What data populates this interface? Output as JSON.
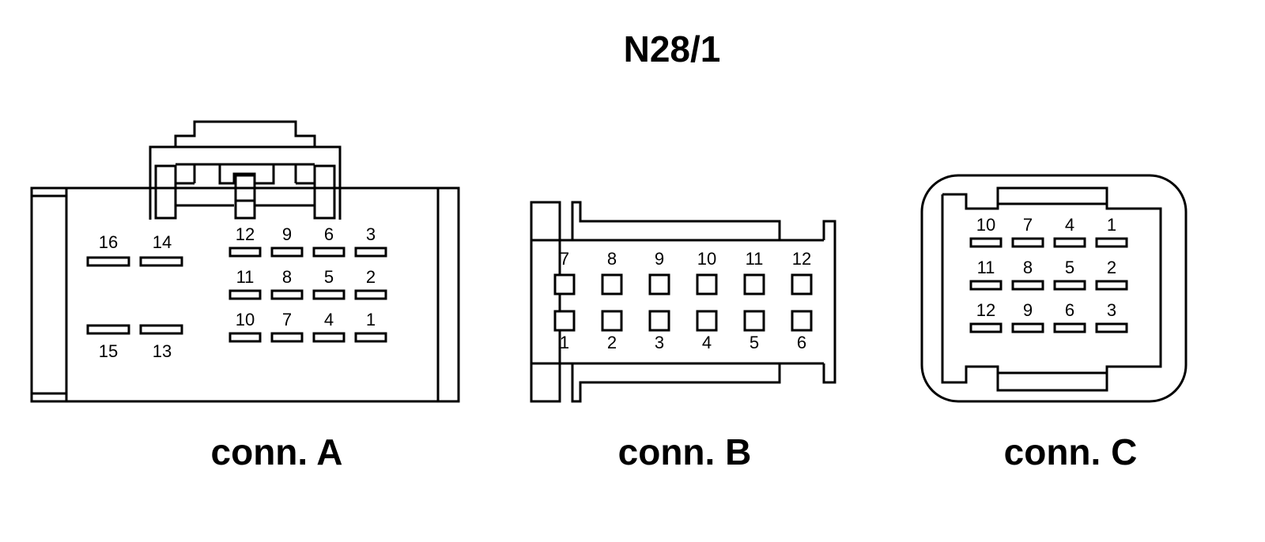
{
  "title": "N28/1",
  "connectors": {
    "A": {
      "label": "conn. A",
      "pins_left": [
        "16",
        "14",
        "15",
        "13"
      ],
      "pins_grid": [
        [
          "12",
          "9",
          "6",
          "3"
        ],
        [
          "11",
          "8",
          "5",
          "2"
        ],
        [
          "10",
          "7",
          "4",
          "1"
        ]
      ]
    },
    "B": {
      "label": "conn. B",
      "pins_top": [
        "7",
        "8",
        "9",
        "10",
        "11",
        "12"
      ],
      "pins_bottom": [
        "1",
        "2",
        "3",
        "4",
        "5",
        "6"
      ]
    },
    "C": {
      "label": "conn. C",
      "pins_grid": [
        [
          "10",
          "7",
          "4",
          "1"
        ],
        [
          "11",
          "8",
          "5",
          "2"
        ],
        [
          "12",
          "9",
          "6",
          "3"
        ]
      ]
    }
  }
}
